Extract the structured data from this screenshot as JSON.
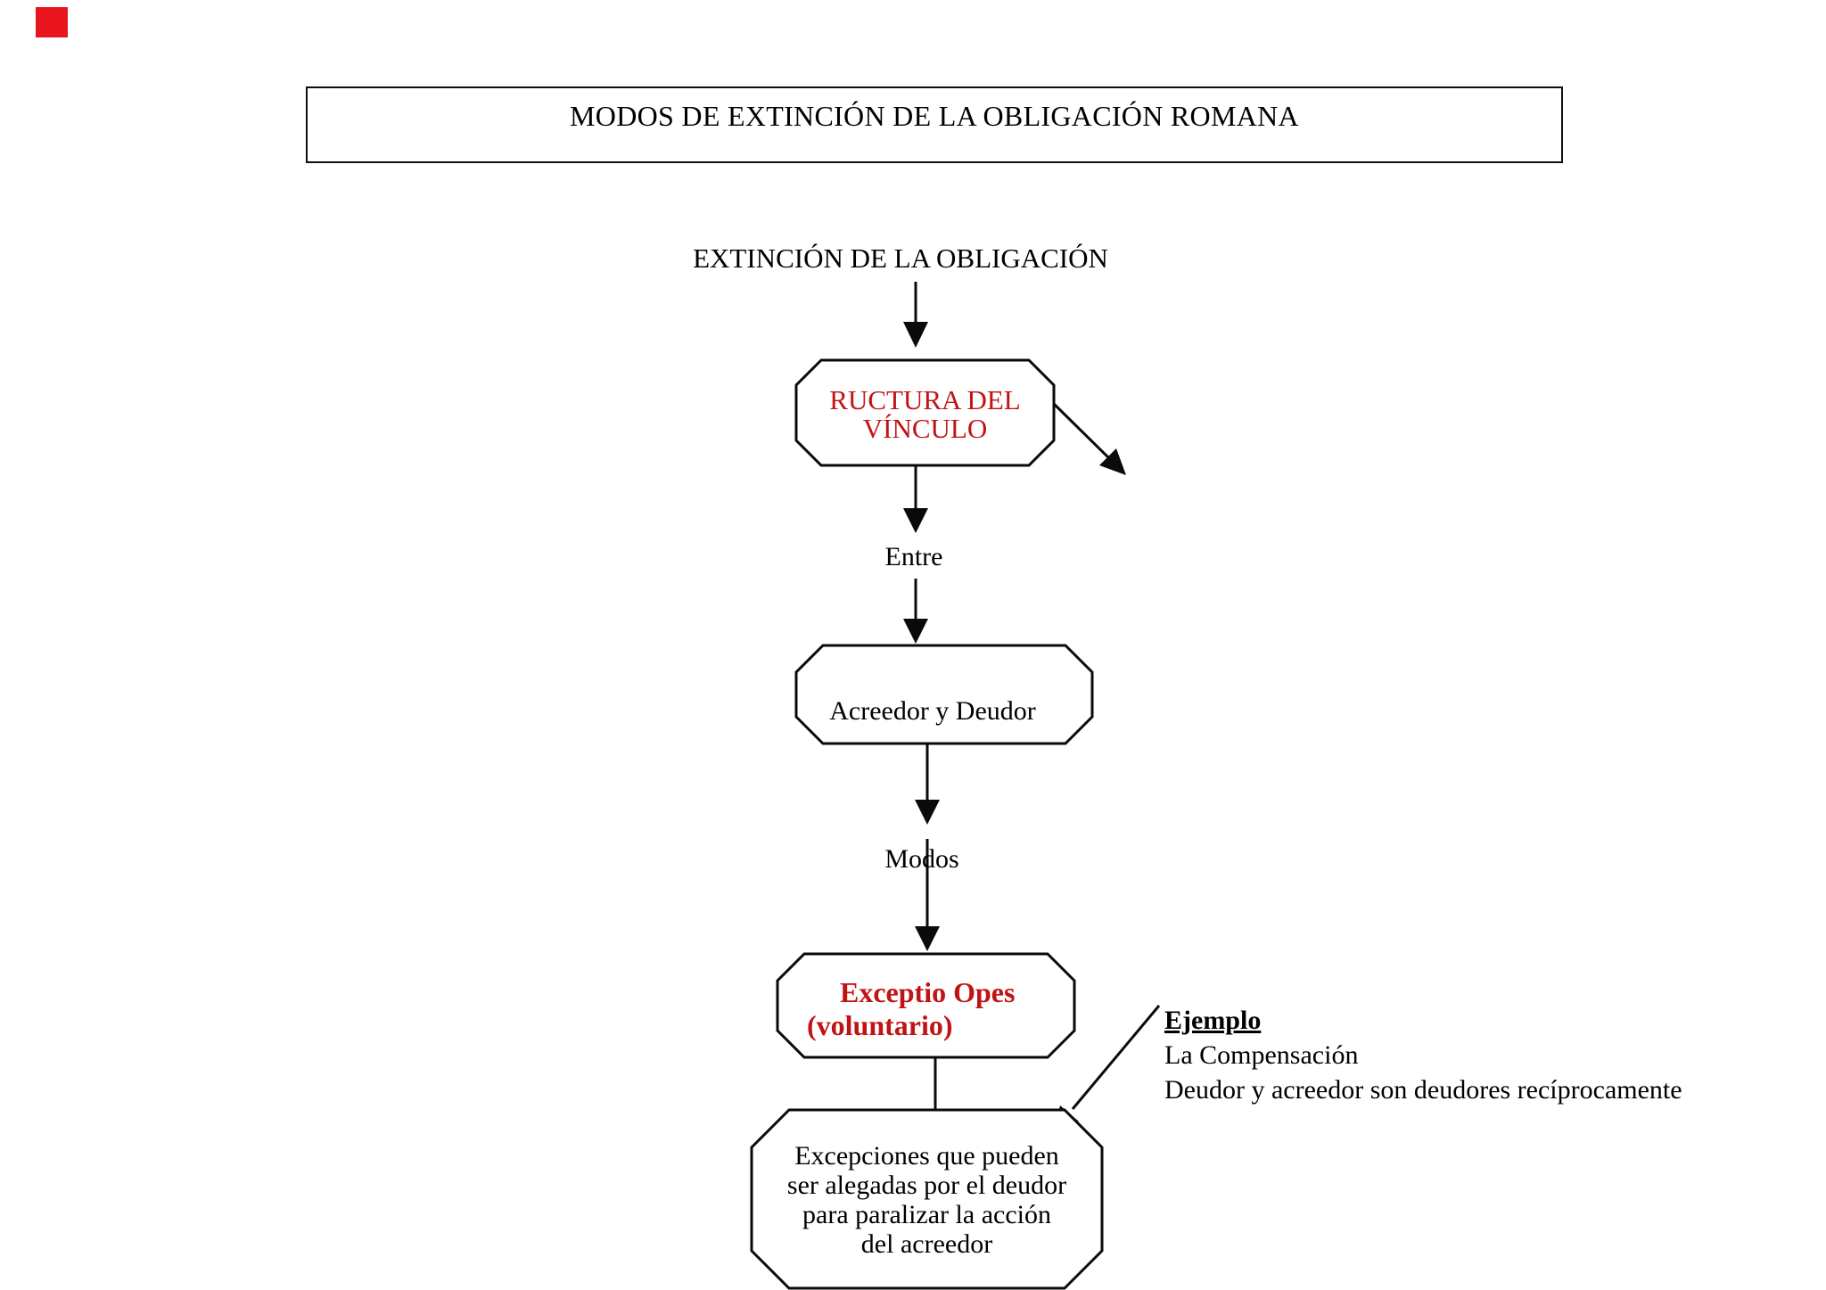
{
  "page": {
    "background": "#ffffff",
    "corner_marker_color": "#e8141e"
  },
  "colors": {
    "node_red_text": "#c01414",
    "line_black": "#0a0a0a"
  },
  "title_box": {
    "text": "MODOS DE EXTINCIÓN DE LA OBLIGACIÓN ROMANA"
  },
  "flow": {
    "root_label": "EXTINCIÓN DE LA OBLIGACIÓN",
    "edge_labels": {
      "entre": "Entre",
      "modos": "Modos"
    },
    "nodes": {
      "ructura": {
        "line1": "RUCTURA DEL",
        "line2": "VÍNCULO"
      },
      "acreedor": {
        "text": "Acreedor y Deudor"
      },
      "exceptio": {
        "line1": "Exceptio Opes",
        "line2": "(voluntario)"
      },
      "excepciones": {
        "line1": "Excepciones que pueden",
        "line2": "ser alegadas por el deudor",
        "line3": "para paralizar la acción",
        "line4": "del acreedor"
      }
    }
  },
  "ejemplo": {
    "heading": "Ejemplo",
    "line1": "La Compensación",
    "line2": "Deudor y acreedor son deudores recíprocamente"
  }
}
